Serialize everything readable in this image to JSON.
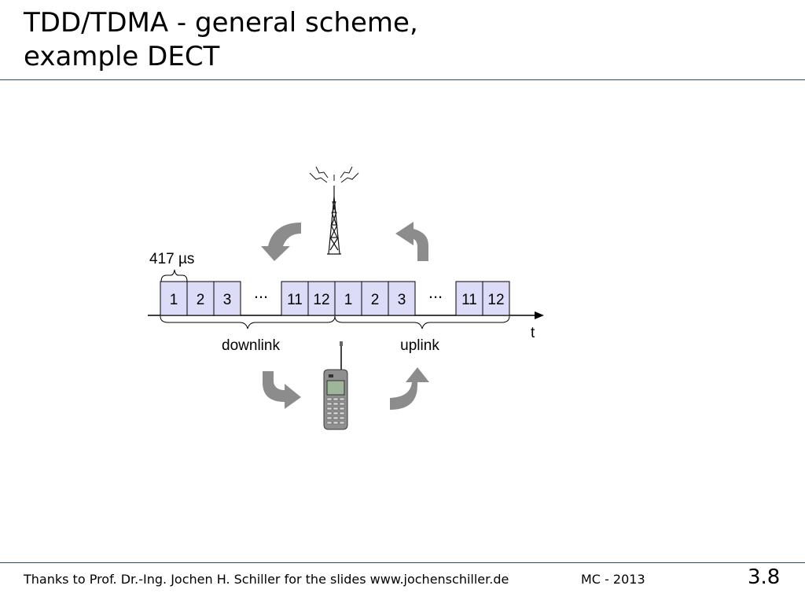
{
  "slide": {
    "title_line1": "TDD/TDMA - general scheme,",
    "title_line2": "example DECT",
    "footer_credit": "Thanks to Prof. Dr.-Ing. Jochen H. Schiller for the slides  www.jochenschiller.de",
    "footer_course": "MC - 2013",
    "slide_number": "3.8"
  },
  "diagram": {
    "slot_duration_label": "417 µs",
    "ellipsis": "...",
    "time_axis_label": "t",
    "downlink_label": "downlink",
    "uplink_label": "uplink",
    "downlink_slots": [
      "1",
      "2",
      "3",
      "11",
      "12"
    ],
    "uplink_slots": [
      "1",
      "2",
      "3",
      "11",
      "12"
    ],
    "colors": {
      "slot_fill": "#dcdcf8",
      "arrow_gray": "#8c8c8c",
      "rule_blue": "#2a4a6a"
    }
  }
}
